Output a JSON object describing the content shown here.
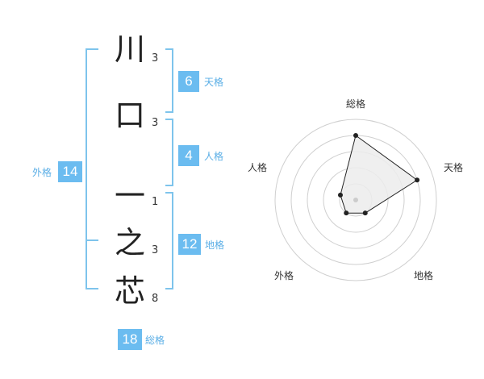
{
  "name_chars": [
    {
      "char": "川",
      "strokes": "3"
    },
    {
      "char": "口",
      "strokes": "3"
    },
    {
      "char": "一",
      "strokes": "1"
    },
    {
      "char": "之",
      "strokes": "3"
    },
    {
      "char": "芯",
      "strokes": "8"
    }
  ],
  "kakusu": {
    "tenkaku": {
      "value": "6",
      "label": "天格"
    },
    "jinkaku": {
      "value": "4",
      "label": "人格"
    },
    "chikaku": {
      "value": "12",
      "label": "地格"
    },
    "gaikaku": {
      "value": "14",
      "label": "外格"
    },
    "soukaku": {
      "value": "18",
      "label": "総格"
    }
  },
  "radar": {
    "axes": [
      "総格",
      "天格",
      "地格",
      "外格",
      "人格"
    ],
    "levels": 5,
    "values": [
      4,
      4,
      1,
      1,
      1
    ]
  },
  "colors": {
    "accent": "#6bbcf0",
    "line": "#7ec4ec"
  }
}
